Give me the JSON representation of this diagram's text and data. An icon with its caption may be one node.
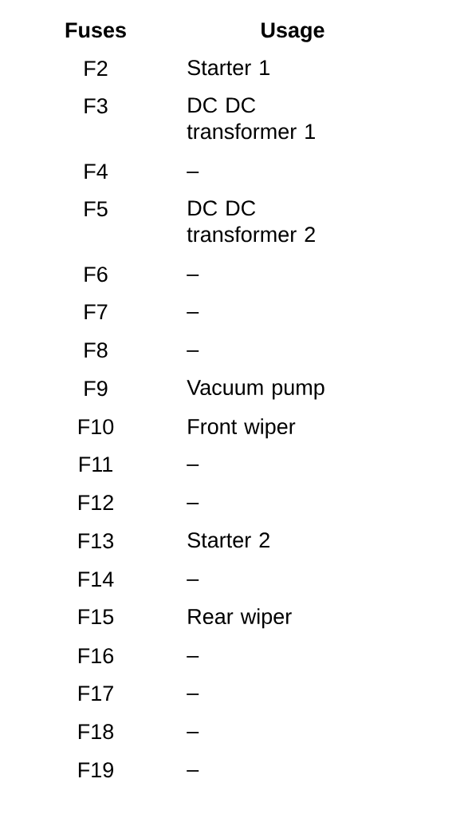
{
  "diagram": {
    "labels": [
      "Fuses",
      "Usage",
      "F2",
      "Starter 1",
      "F3",
      "DC DC transformer 1",
      "F4",
      "–",
      "F5",
      "DC DC transformer 2",
      "F6",
      "–",
      "F7",
      "–",
      "F8",
      "–",
      "F9",
      "Vacuum pump",
      "F10",
      "Front wiper",
      "F11",
      "–",
      "F12",
      "–",
      "F13",
      "Starter 2",
      "F14",
      "–",
      "F15",
      "Rear wiper",
      "F16",
      "–",
      "F17",
      "–",
      "F18",
      "–",
      "F19",
      "–"
    ]
  }
}
